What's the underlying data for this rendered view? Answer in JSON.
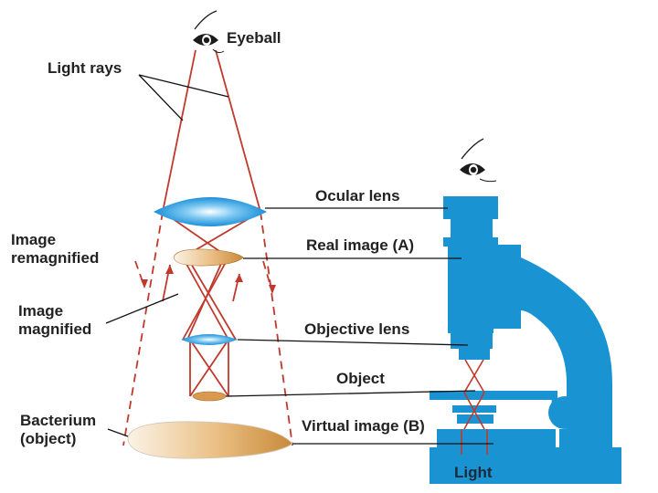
{
  "labels": {
    "eyeball": "Eyeball",
    "light_rays": "Light rays",
    "ocular_lens": "Ocular lens",
    "image_remagnified_line1": "Image",
    "image_remagnified_line2": "remagnified",
    "real_image": "Real image (A)",
    "image_magnified_line1": "Image",
    "image_magnified_line2": "magnified",
    "objective_lens": "Objective lens",
    "object": "Object",
    "bacterium_line1": "Bacterium",
    "bacterium_line2": "(object)",
    "virtual_image": "Virtual image (B)",
    "light": "Light"
  },
  "colors": {
    "ray": "#c0392b",
    "microscope": "#1a93d2",
    "lens_blue": "#2a9fe0",
    "image_brown": "#d99a4e",
    "text": "#222222",
    "leader": "#111111"
  },
  "icons": {
    "eye_top": "eye-icon",
    "eye_microscope": "eye-icon"
  }
}
